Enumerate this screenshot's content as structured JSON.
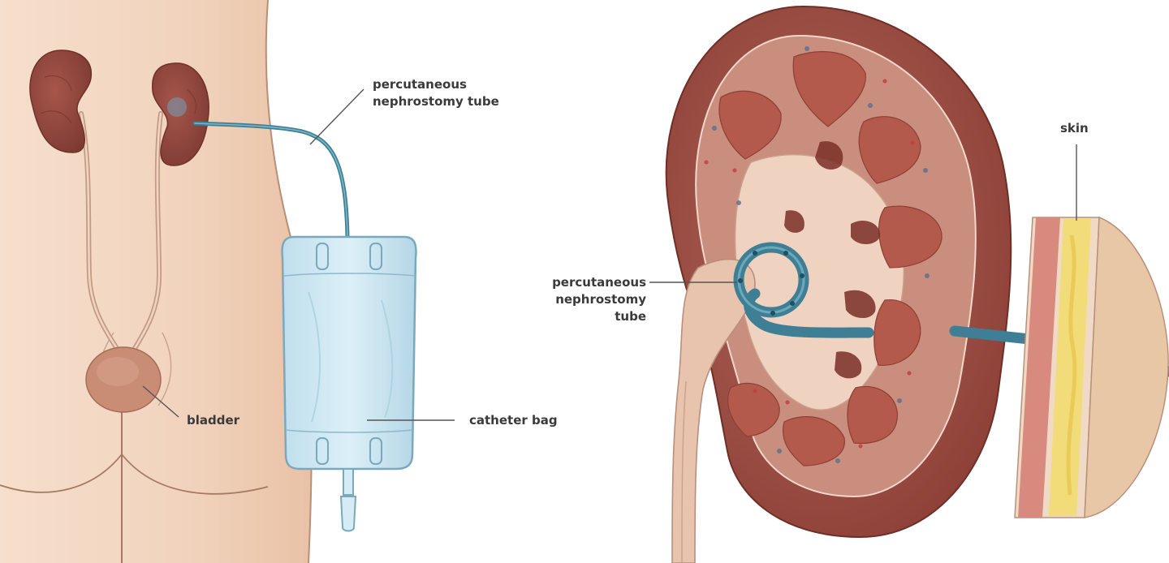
{
  "left_panel": {
    "labels": {
      "nephrostomy_tube": "percutaneous\nnephrostomy tube",
      "bladder": "bladder",
      "catheter_bag": "catheter bag"
    }
  },
  "right_panel": {
    "labels": {
      "nephrostomy_tube": "percutaneous\nnephrostomy\ntube",
      "skin": "skin"
    }
  },
  "colors": {
    "skin_tone": "#f3d7c2",
    "kidney": "#9a4a40",
    "tube": "#4a8fa6",
    "bag": "#cfe8f3",
    "fat_layer": "#f2dc7a"
  }
}
